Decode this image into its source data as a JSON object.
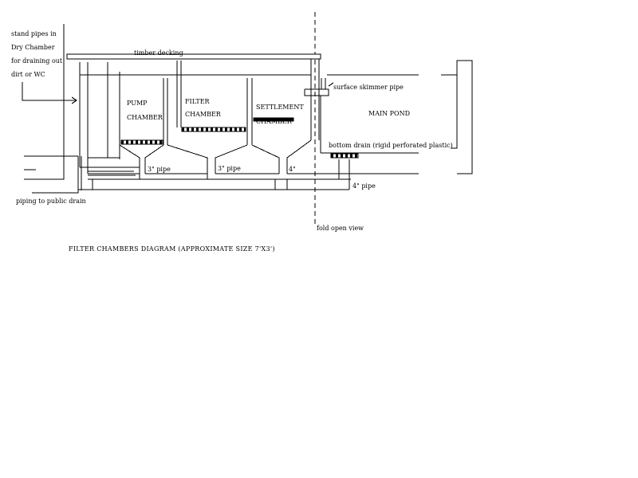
{
  "labels": {
    "stand_pipes": [
      "stand pipes in",
      "Dry Chamber",
      "for draining out",
      "dirt or WC"
    ],
    "timber_decking": "timber decking",
    "pump_chamber": [
      "PUMP",
      "CHAMBER"
    ],
    "filter_chamber": [
      "FILTER",
      "CHAMBER"
    ],
    "settlement_chamber": [
      "SETTLEMENT",
      "CHAMBER"
    ],
    "main_pond": "MAIN POND",
    "surface_skimmer": "surface skimmer pipe",
    "bottom_drain": "bottom drain (rigid perforated plastic)",
    "pipe_3in_a": "3\" pipe",
    "pipe_3in_b": "3\" pipe",
    "pipe_4in_a": "4\"",
    "pipe_4in_b": "4\" pipe",
    "public_drain": "piping to public drain",
    "fold_open_view": "fold open view"
  },
  "caption": "FILTER CHAMBERS DIAGRAM (APPROXIMATE SIZE 7'X3')",
  "colors": {
    "line": "#000000",
    "decking_fill": "#ffffff"
  }
}
